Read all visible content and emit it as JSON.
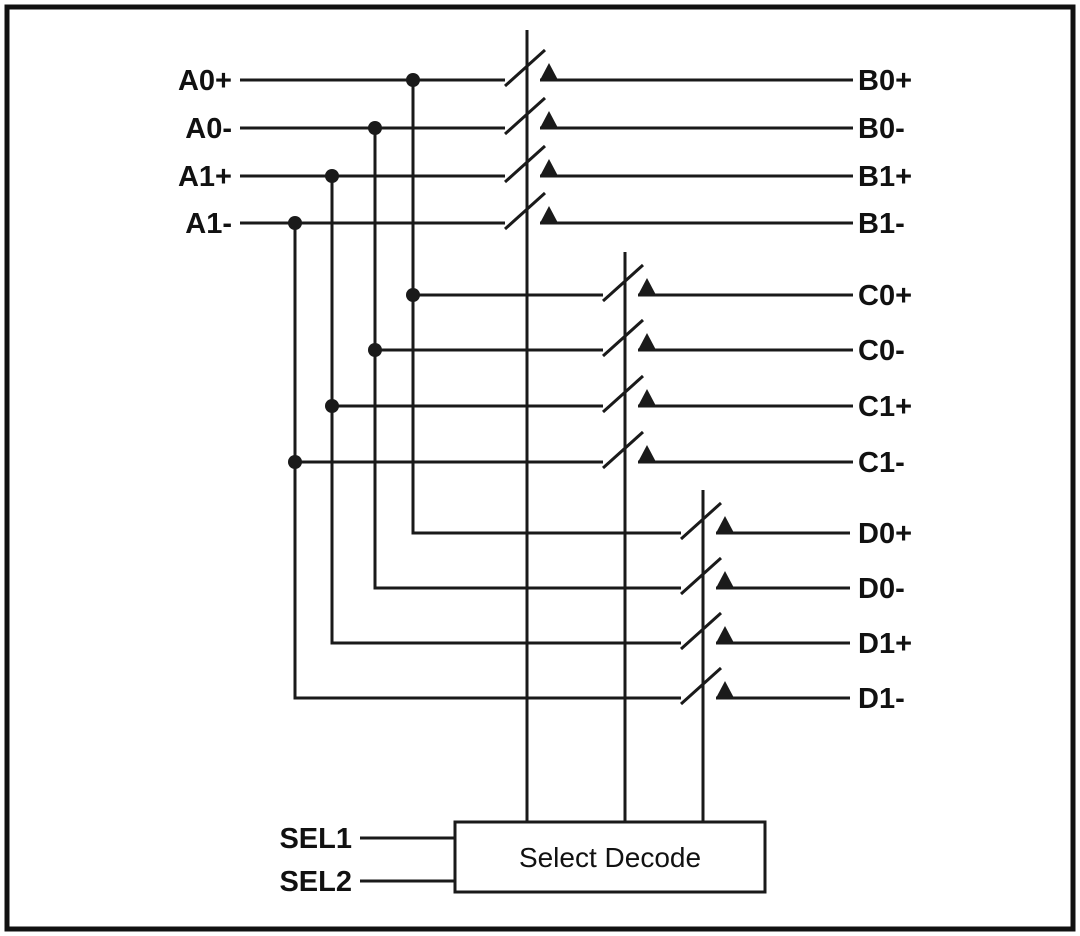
{
  "pins": {
    "inputs": [
      "A0+",
      "A0-",
      "A1+",
      "A1-"
    ],
    "outputs_b": [
      "B0+",
      "B0-",
      "B1+",
      "B1-"
    ],
    "outputs_c": [
      "C0+",
      "C0-",
      "C1+",
      "C1-"
    ],
    "outputs_d": [
      "D0+",
      "D0-",
      "D1+",
      "D1-"
    ]
  },
  "decoder": {
    "label": "Select Decode",
    "selects": [
      "SEL1",
      "SEL2"
    ]
  },
  "colors": {
    "wire": "#1a1a1a",
    "background": "#ffffff"
  }
}
